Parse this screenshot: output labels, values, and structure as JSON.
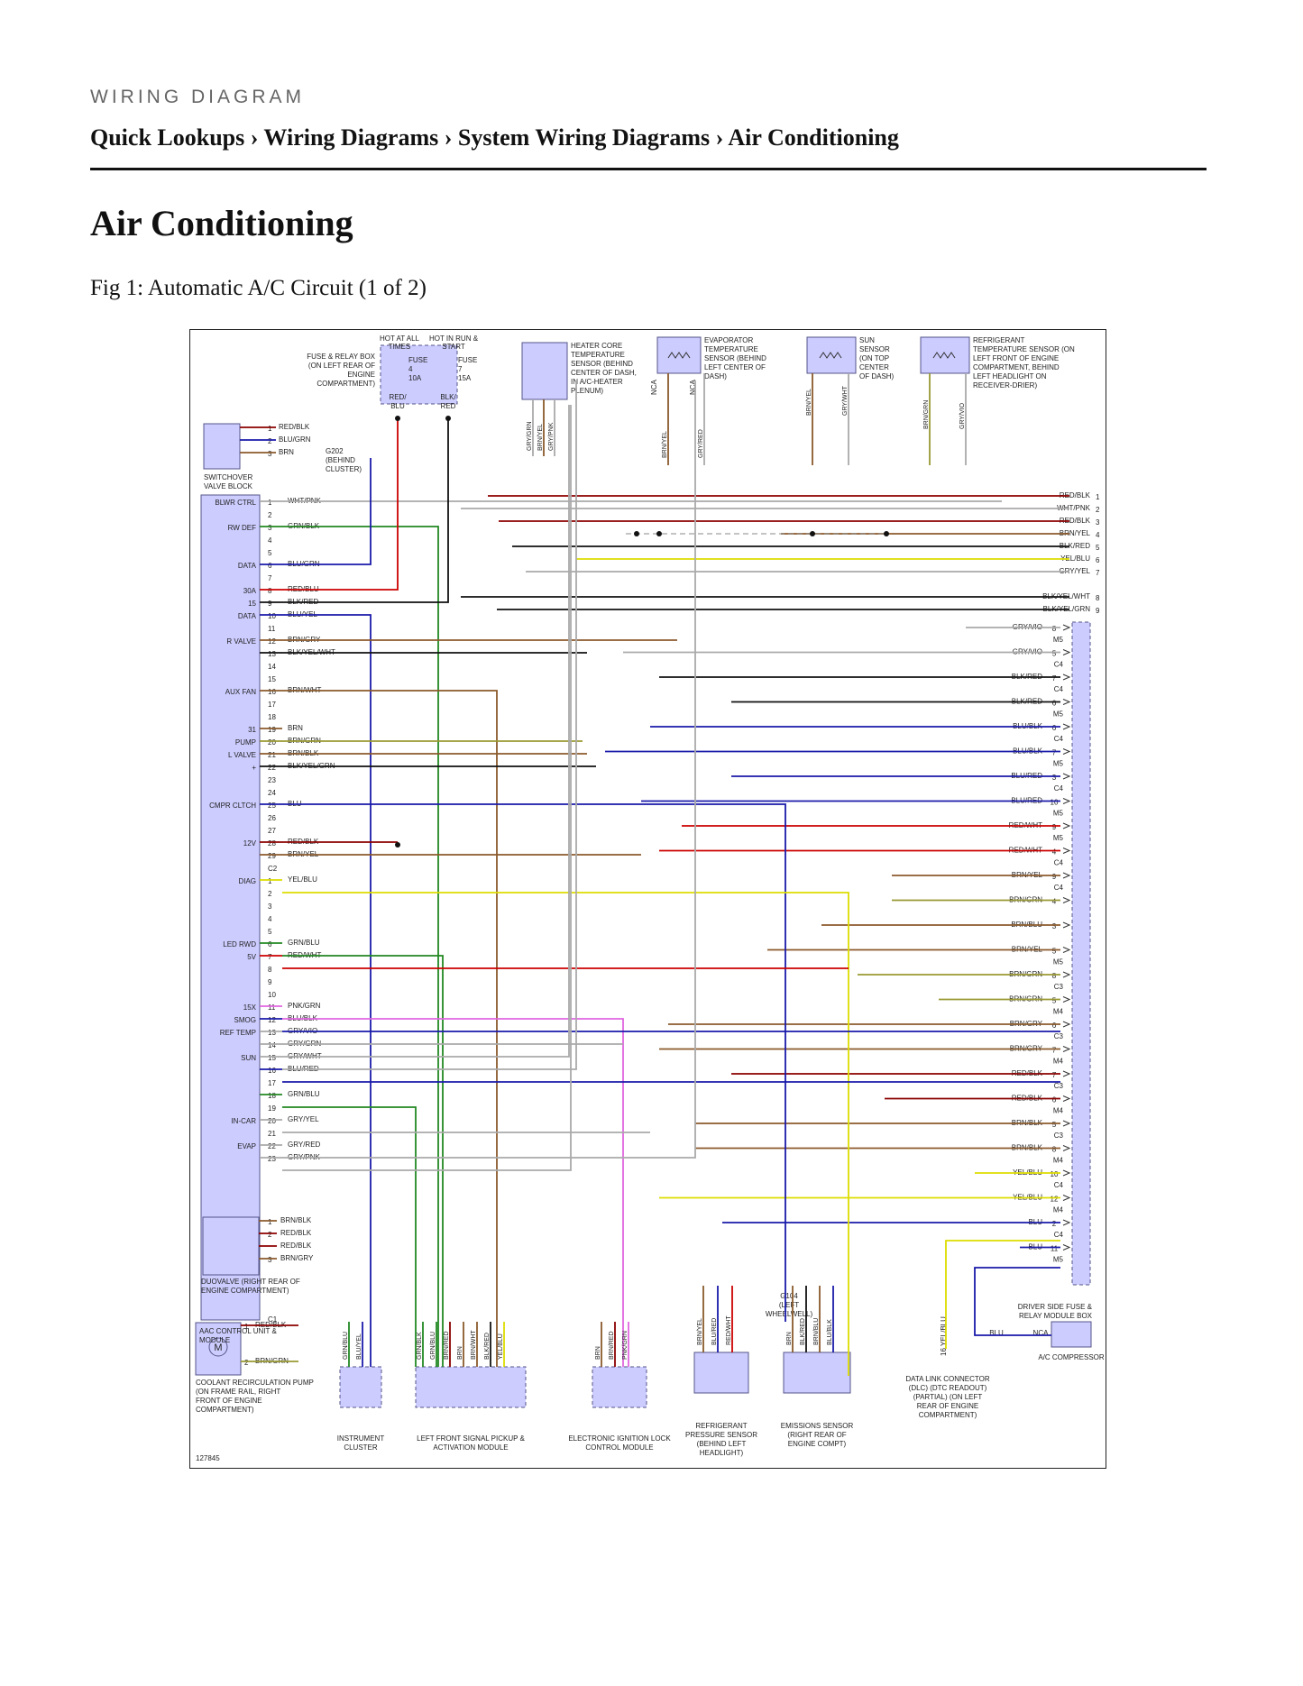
{
  "header": {
    "kicker": "WIRING DIAGRAM",
    "breadcrumb": "Quick Lookups › Wiring Diagrams › System Wiring Diagrams › Air Conditioning",
    "title": "Air Conditioning",
    "figure_caption": "Fig 1: Automatic A/C Circuit (1 of 2)"
  },
  "colors": {
    "component_fill": "#ccccff",
    "component_stroke": "#555588",
    "text": "#222222",
    "wire_black": "#111111",
    "wire_red": "#cc0000",
    "wire_yellow": "#dddd00",
    "wire_green": "#228822",
    "wire_blue": "#1a1aaa",
    "wire_pink": "#e066e0",
    "wire_brown": "#8b5a2b",
    "wire_gray": "#aaaaaa",
    "wire_darkred": "#8b0000",
    "wire_olive": "#999933"
  },
  "diagram_id": "127845",
  "top_labels": {
    "hot_at_all_times": "HOT AT ALL TIMES",
    "hot_in_run_start": "HOT IN RUN & START",
    "fuse_box": "FUSE & RELAY BOX (ON LEFT REAR OF ENGINE COMPARTMENT)",
    "fuse4": "FUSE 4 10A",
    "fuse7": "FUSE 7 15A",
    "red_blu": "RED/ BLU",
    "blk_red": "BLK/ RED",
    "heater_core_sensor": "HEATER CORE TEMPERATURE SENSOR (BEHIND CENTER OF DASH, IN A/C-HEATER PLENUM)",
    "evap_sensor": "EVAPORATOR TEMPERATURE SENSOR (BEHIND LEFT CENTER OF DASH)",
    "sun_sensor": "SUN SENSOR (ON TOP CENTER OF DASH)",
    "refrig_temp_sensor": "REFRIGERANT TEMPERATURE SENSOR (ON LEFT FRONT OF ENGINE COMPARTMENT, BEHIND LEFT HEADLIGHT ON RECEIVER-DRIER)",
    "nca": "NCA"
  },
  "left_components": {
    "switchover": "SWITCHOVER VALVE BLOCK",
    "g202": "G202 (BEHIND CLUSTER)",
    "aac_module": "AAC CONTROL UNIT & MODULE",
    "duovalve": "DUOVALVE (RIGHT REAR OF ENGINE COMPARTMENT)",
    "pump": "COOLANT RECIRCULATION PUMP (ON FRAME RAIL, RIGHT FRONT OF ENGINE COMPARTMENT)",
    "pump_m": "M"
  },
  "bottom_components": {
    "instrument_cluster": "INSTRUMENT CLUSTER",
    "signal_pickup": "LEFT FRONT SIGNAL PICKUP & ACTIVATION MODULE",
    "ignition_lock": "ELECTRONIC IGNITION LOCK CONTROL MODULE",
    "refrig_pressure": "REFRIGERANT PRESSURE SENSOR (BEHIND LEFT HEADLIGHT)",
    "emissions": "EMISSIONS SENSOR (RIGHT REAR OF ENGINE COMPT)",
    "dlc": "DATA LINK CONNECTOR (DLC) (DTC READOUT) (PARTIAL) (ON LEFT REAR OF ENGINE COMPARTMENT)",
    "g104": "G104 (LEFT WHEELWELL)",
    "compressor": "A/C COMPRESSOR",
    "blu": "BLU",
    "nca": "NCA",
    "yel_blu": "16 YEL/BLU"
  },
  "right_components": {
    "driver_box": "DRIVER SIDE FUSE & RELAY MODULE BOX"
  },
  "switchover_pins": [
    {
      "pin": "1",
      "color": "RED/BLK"
    },
    {
      "pin": "2",
      "color": "BLU/GRN"
    },
    {
      "pin": "3",
      "color": "BRN"
    }
  ],
  "module_pins_c2": [
    {
      "pin": "1",
      "color": "WHT/PNK",
      "func": "BLWR CTRL"
    },
    {
      "pin": "2",
      "color": "",
      "func": ""
    },
    {
      "pin": "3",
      "color": "GRN/BLK",
      "func": "RW DEF"
    },
    {
      "pin": "4",
      "color": "",
      "func": ""
    },
    {
      "pin": "5",
      "color": "",
      "func": ""
    },
    {
      "pin": "6",
      "color": "BLU/GRN",
      "func": "DATA"
    },
    {
      "pin": "7",
      "color": "",
      "func": ""
    },
    {
      "pin": "8",
      "color": "RED/BLU",
      "func": "30A"
    },
    {
      "pin": "9",
      "color": "BLK/RED",
      "func": "15"
    },
    {
      "pin": "10",
      "color": "BLU/YEL",
      "func": "DATA"
    },
    {
      "pin": "11",
      "color": "",
      "func": ""
    },
    {
      "pin": "12",
      "color": "BRN/GRY",
      "func": "R VALVE"
    },
    {
      "pin": "13",
      "color": "BLK/YEL/WHT",
      "func": ""
    },
    {
      "pin": "14",
      "color": "",
      "func": ""
    },
    {
      "pin": "15",
      "color": "",
      "func": ""
    },
    {
      "pin": "16",
      "color": "BRN/WHT",
      "func": "AUX FAN"
    },
    {
      "pin": "17",
      "color": "",
      "func": ""
    },
    {
      "pin": "18",
      "color": "",
      "func": ""
    },
    {
      "pin": "19",
      "color": "BRN",
      "func": "31"
    },
    {
      "pin": "20",
      "color": "BRN/GRN",
      "func": "PUMP"
    },
    {
      "pin": "21",
      "color": "BRN/BLK",
      "func": "L VALVE"
    },
    {
      "pin": "22",
      "color": "BLK/YEL/GRN",
      "func": "+"
    },
    {
      "pin": "23",
      "color": "",
      "func": ""
    },
    {
      "pin": "24",
      "color": "",
      "func": ""
    },
    {
      "pin": "25",
      "color": "BLU",
      "func": "CMPR CLTCH"
    },
    {
      "pin": "26",
      "color": "",
      "func": ""
    },
    {
      "pin": "27",
      "color": "",
      "func": ""
    },
    {
      "pin": "28",
      "color": "RED/BLK",
      "func": "12V"
    },
    {
      "pin": "29",
      "color": "BRN/YEL",
      "func": ""
    }
  ],
  "module_pins_c1": [
    {
      "pin": "1",
      "color": "YEL/BLU",
      "func": "DIAG"
    },
    {
      "pin": "2",
      "color": "",
      "func": ""
    },
    {
      "pin": "3",
      "color": "",
      "func": ""
    },
    {
      "pin": "4",
      "color": "",
      "func": ""
    },
    {
      "pin": "5",
      "color": "",
      "func": ""
    },
    {
      "pin": "6",
      "color": "GRN/BLU",
      "func": "LED RWD"
    },
    {
      "pin": "7",
      "color": "RED/WHT",
      "func": "5V"
    },
    {
      "pin": "8",
      "color": "",
      "func": ""
    },
    {
      "pin": "9",
      "color": "",
      "func": ""
    },
    {
      "pin": "10",
      "color": "",
      "func": ""
    },
    {
      "pin": "11",
      "color": "PNK/GRN",
      "func": "15X"
    },
    {
      "pin": "12",
      "color": "BLU/BLK",
      "func": "SMOG"
    },
    {
      "pin": "13",
      "color": "GRY/VIO",
      "func": "REF TEMP"
    },
    {
      "pin": "14",
      "color": "GRY/GRN",
      "func": ""
    },
    {
      "pin": "15",
      "color": "GRY/WHT",
      "func": "SUN"
    },
    {
      "pin": "16",
      "color": "BLU/RED",
      "func": ""
    },
    {
      "pin": "17",
      "color": "",
      "func": ""
    },
    {
      "pin": "18",
      "color": "GRN/BLU",
      "func": ""
    },
    {
      "pin": "19",
      "color": "",
      "func": ""
    },
    {
      "pin": "20",
      "color": "GRY/YEL",
      "func": "IN-CAR"
    },
    {
      "pin": "21",
      "color": "",
      "func": ""
    },
    {
      "pin": "22",
      "color": "GRY/RED",
      "func": "EVAP"
    },
    {
      "pin": "23",
      "color": "GRY/PNK",
      "func": ""
    }
  ],
  "right_upper": [
    {
      "color": "RED/BLK",
      "pin": "1"
    },
    {
      "color": "WHT/PNK",
      "pin": "2"
    },
    {
      "color": "RED/BLK",
      "pin": "3"
    },
    {
      "color": "BRN/YEL",
      "pin": "4"
    },
    {
      "color": "BLK/RED",
      "pin": "5"
    },
    {
      "color": "YEL/BLU",
      "pin": "6"
    },
    {
      "color": "GRY/YEL",
      "pin": "7"
    },
    {
      "color": "BLK/YEL/WHT",
      "pin": "8"
    },
    {
      "color": "BLK/YEL/GRN",
      "pin": "9"
    }
  ],
  "right_box_pins": [
    {
      "color": "GRY/VIO",
      "pin": "8",
      "conn": "M5"
    },
    {
      "color": "GRY/VIO",
      "pin": "5",
      "conn": "C4"
    },
    {
      "color": "BLK/RED",
      "pin": "7",
      "conn": "C4"
    },
    {
      "color": "BLK/RED",
      "pin": "6",
      "conn": "M5"
    },
    {
      "color": "BLU/BLK",
      "pin": "6",
      "conn": "C4"
    },
    {
      "color": "BLU/BLK",
      "pin": "7",
      "conn": "M5"
    },
    {
      "color": "BLU/RED",
      "pin": "3",
      "conn": "C4"
    },
    {
      "color": "BLU/RED",
      "pin": "10",
      "conn": "M5"
    },
    {
      "color": "RED/WHT",
      "pin": "9",
      "conn": "M5"
    },
    {
      "color": "RED/WHT",
      "pin": "4",
      "conn": "C4"
    },
    {
      "color": "BRN/YEL",
      "pin": "9",
      "conn": "C4"
    },
    {
      "color": "BRN/GRN",
      "pin": "4",
      "conn": ""
    },
    {
      "color": "BRN/BLU",
      "pin": "3",
      "conn": ""
    },
    {
      "color": "BRN/YEL",
      "pin": "5",
      "conn": "M5"
    },
    {
      "color": "BRN/GRN",
      "pin": "8",
      "conn": "C3"
    },
    {
      "color": "BRN/GRN",
      "pin": "5",
      "conn": "M4"
    },
    {
      "color": "BRN/GRY",
      "pin": "6",
      "conn": "C3"
    },
    {
      "color": "BRN/GRY",
      "pin": "7",
      "conn": "M4"
    },
    {
      "color": "RED/BLK",
      "pin": "7",
      "conn": "C3"
    },
    {
      "color": "RED/BLK",
      "pin": "6",
      "conn": "M4"
    },
    {
      "color": "BRN/BLK",
      "pin": "5",
      "conn": "C3"
    },
    {
      "color": "BRN/BLK",
      "pin": "8",
      "conn": "M4"
    },
    {
      "color": "YEL/BLU",
      "pin": "10",
      "conn": "C4"
    },
    {
      "color": "YEL/BLU",
      "pin": "12",
      "conn": "M4"
    },
    {
      "color": "BLU",
      "pin": "2",
      "conn": "C4"
    },
    {
      "color": "BLU",
      "pin": "11",
      "conn": "M5"
    }
  ],
  "duovalve_pins": [
    {
      "pin": "1",
      "color": "BRN/BLK"
    },
    {
      "pin": "2",
      "color": "RED/BLK"
    },
    {
      "pin": "",
      "color": "RED/BLK"
    },
    {
      "pin": "3",
      "color": "BRN/GRY"
    }
  ],
  "pump_pins": [
    {
      "pin": "1",
      "color": "RED/BLK"
    },
    {
      "pin": "2",
      "color": "BRN/GRN"
    }
  ],
  "vertical_labels": {
    "heater_wires": [
      "GRY/GRN",
      "BRN/YEL",
      "GRY/PNK"
    ],
    "evap_wires": [
      "BRN/YEL",
      "GRY/RED"
    ],
    "sun_wires": [
      "BRN/YEL",
      "GRY/WHT"
    ],
    "refrig_wires": [
      "BRN/GRN",
      "GRY/VIO"
    ],
    "cluster_wires": [
      "GRN/BLU",
      "BLU/YEL"
    ],
    "pickup_wires": [
      "GRN/BLK",
      "GRN/BLU",
      "BRN/RED",
      "BRN",
      "BRN/WHT",
      "BLK/RED",
      "YEL/BLU"
    ],
    "ignition_wires": [
      "BRN",
      "BRN/RED",
      "PNK/GRN"
    ],
    "pressure_wires": [
      "BRN/YEL",
      "BLU/RED",
      "RED/WHT"
    ],
    "emissions_wires": [
      "BRN",
      "BLK/RED",
      "BRN/BLU",
      "BLU/BLK"
    ]
  },
  "connector_labels": {
    "c1": "C1",
    "c2": "C2",
    "c3": "C3"
  }
}
